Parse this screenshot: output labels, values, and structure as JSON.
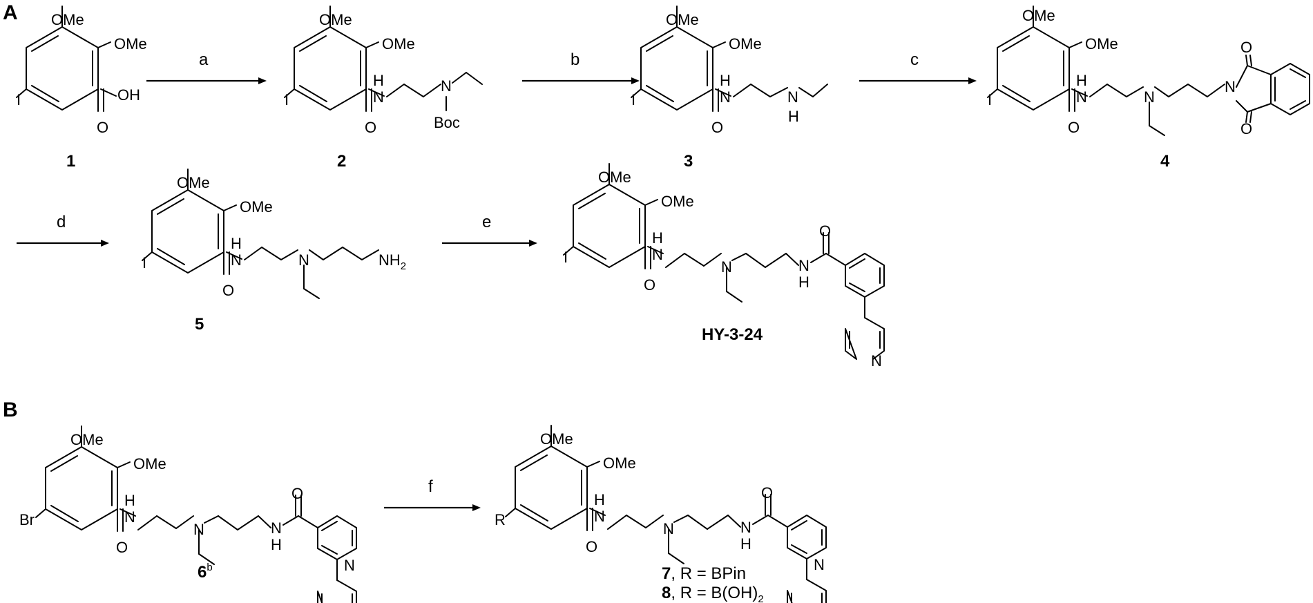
{
  "panels": {
    "A": "A",
    "B": "B"
  },
  "atoms": {
    "ome": "OMe",
    "oh": "OH",
    "iodo": "I",
    "bromo": "Br",
    "r_group": "R",
    "o": "O",
    "n": "N",
    "h": "H",
    "boc": "Boc",
    "nh2_main": "NH",
    "nh2_sub": "2"
  },
  "compounds": {
    "c1": "1",
    "c2": "2",
    "c3": "3",
    "c4": "4",
    "c5": "5",
    "hy": "HY-3-24",
    "c6": "6",
    "c6_sup": "b",
    "c7_num": "7",
    "c7_rest": ", R = BPin",
    "c8_num": "8",
    "c8_rest": ", R = B(OH)",
    "c8_sub": "2"
  },
  "reagents": {
    "a": "a",
    "b": "b",
    "c": "c",
    "d": "d",
    "e": "e",
    "f": "f"
  },
  "colors": {
    "ink": "#000000",
    "background": "#ffffff"
  }
}
